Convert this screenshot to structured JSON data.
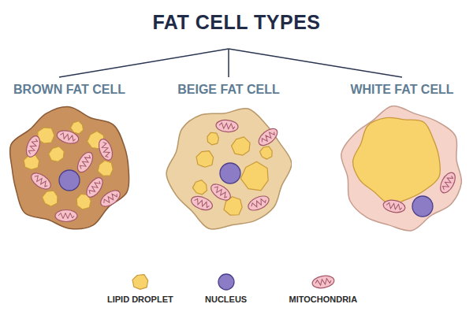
{
  "diagram": {
    "title": "FAT CELL TYPES",
    "nodes": [
      {
        "text": [
          "BROWN FAT CELL"
        ]
      },
      {
        "text": [
          "BEIGE FAT CELL"
        ]
      },
      {
        "text": [
          "WHITE FAT CELL"
        ]
      }
    ],
    "legend": [
      {
        "text": "LIPID DROPLET"
      },
      {
        "text": "NUCLEUS"
      },
      {
        "text": "MITOCHONDRIA"
      }
    ]
  }
}
